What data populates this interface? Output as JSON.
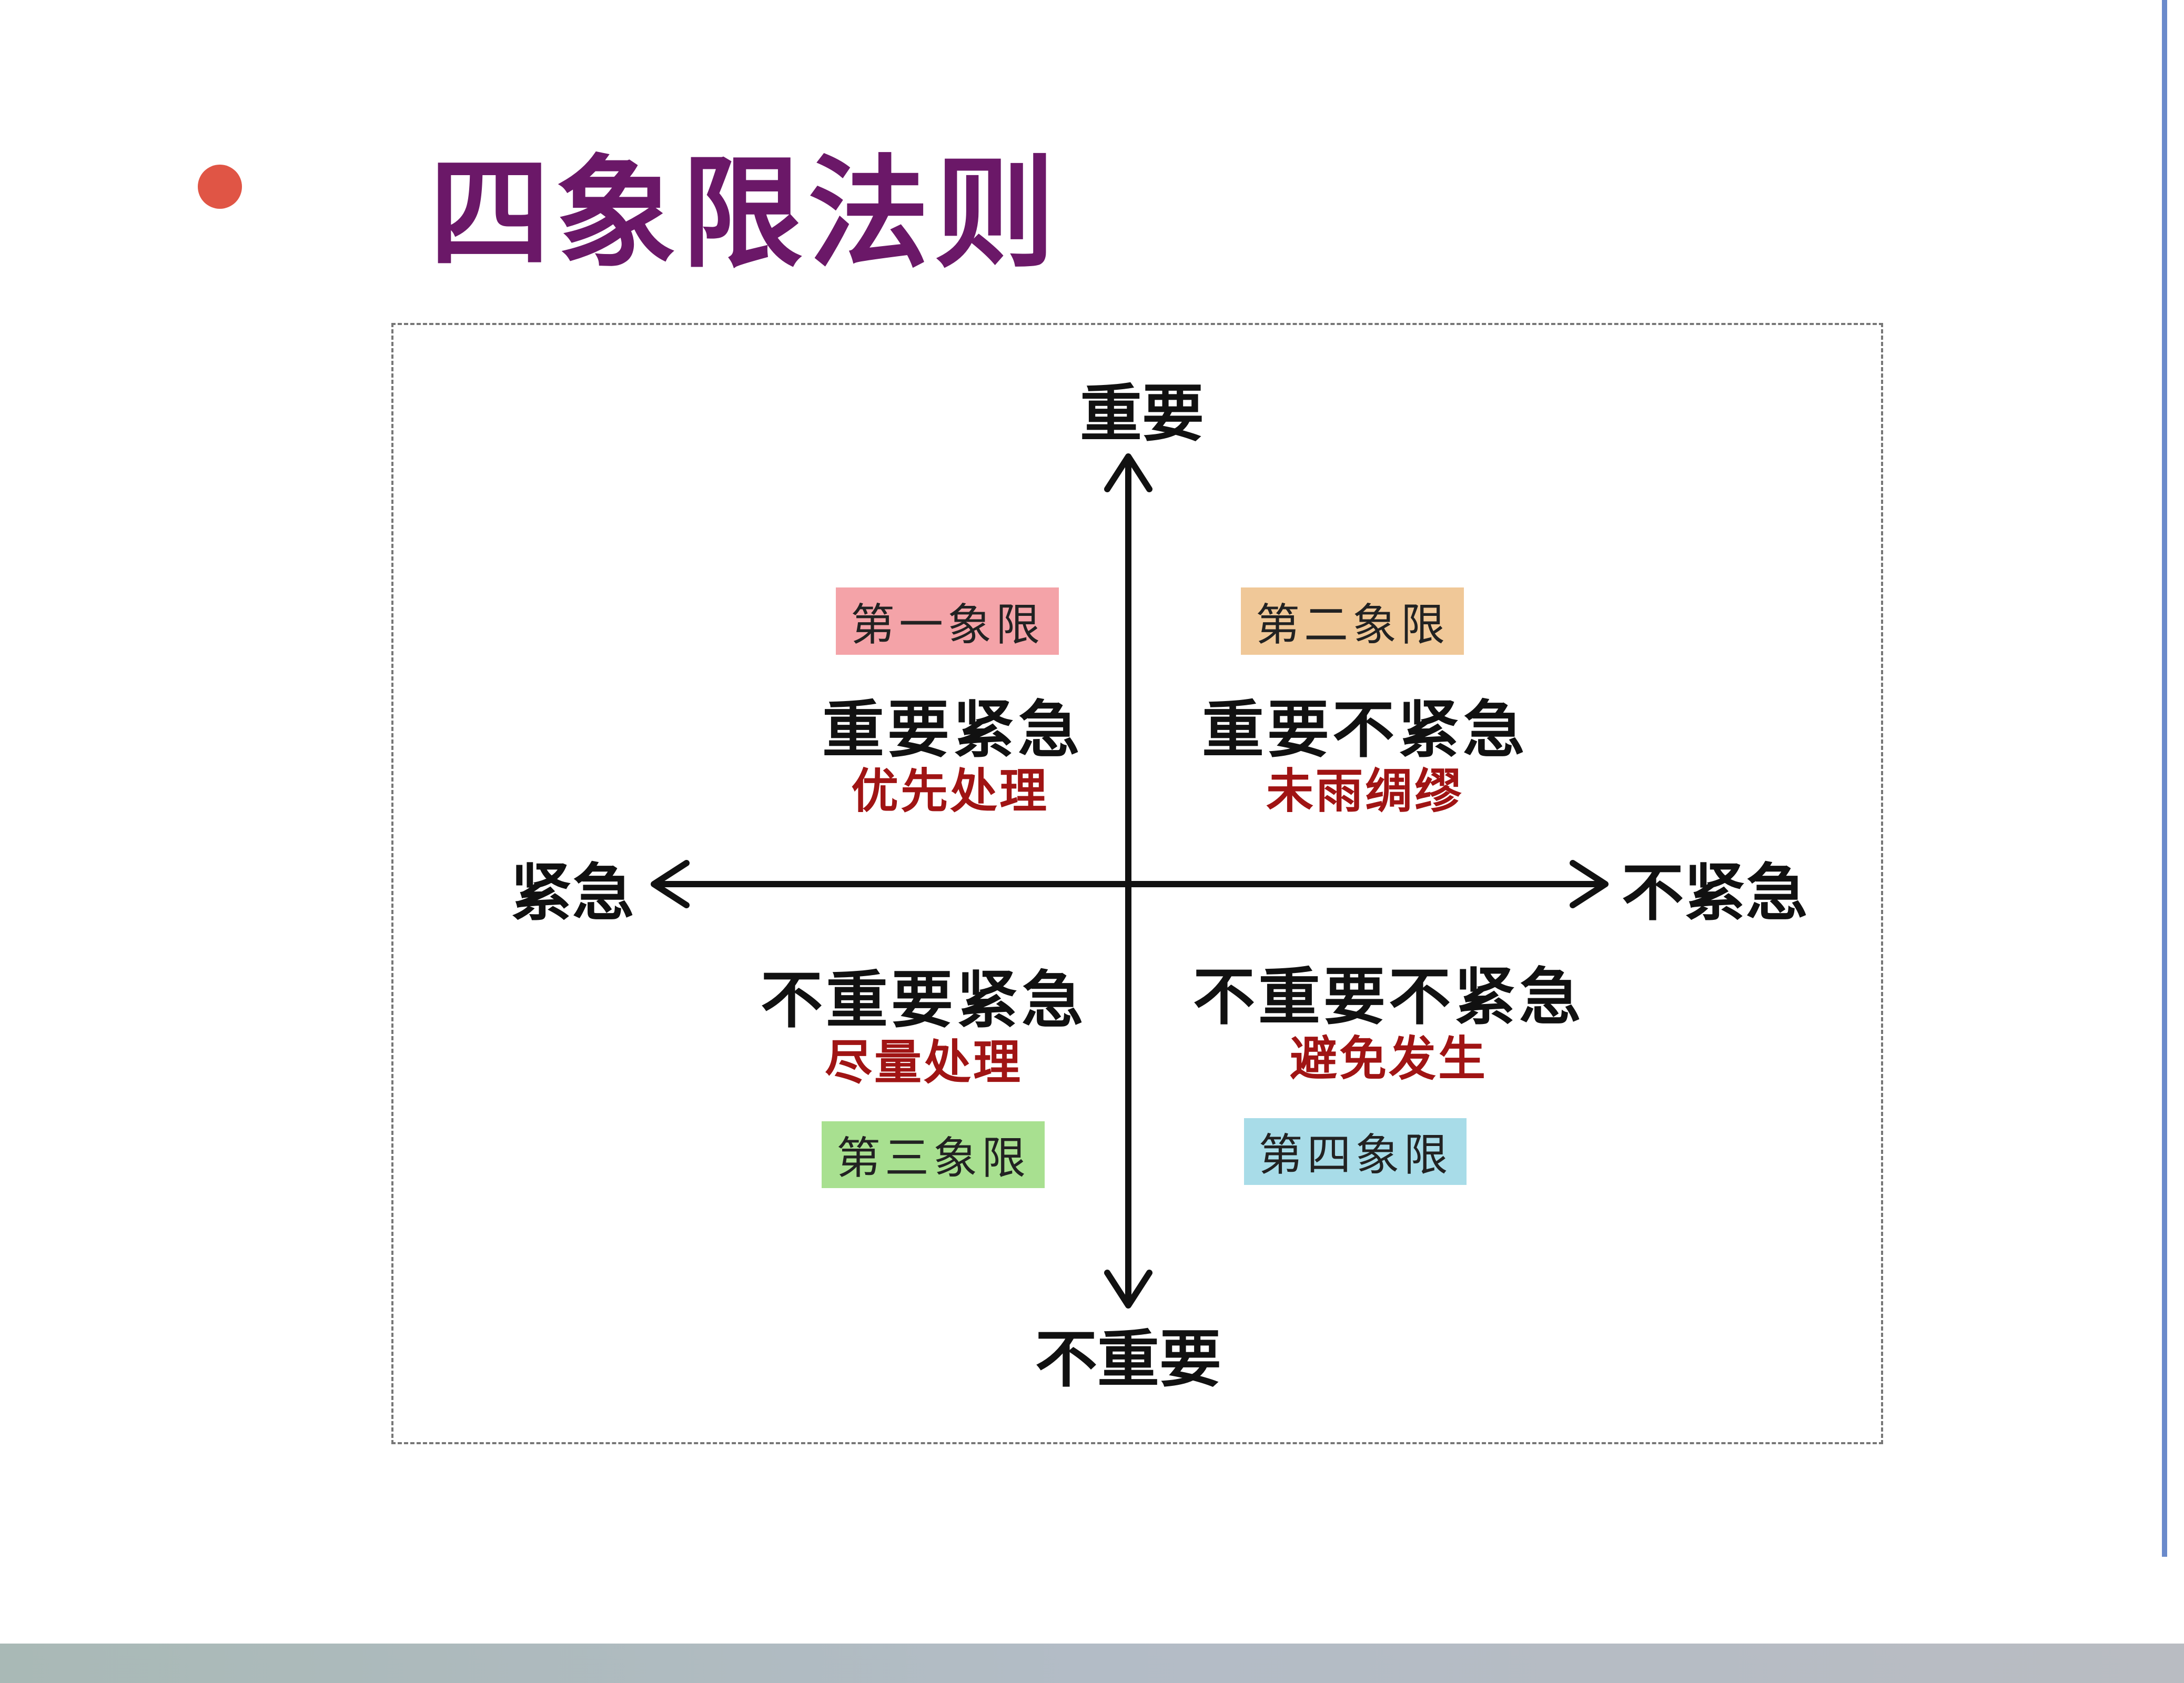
{
  "title": "四象限法则",
  "axes": {
    "top": "重要",
    "bottom": "不重要",
    "left": "紧急",
    "right": "不紧急"
  },
  "quadrants": [
    {
      "badge": "第一象限",
      "main": "重要紧急",
      "sub": "优先处理",
      "color": "#f4a3a8"
    },
    {
      "badge": "第二象限",
      "main": "重要不紧急",
      "sub": "未雨绸缪",
      "color": "#f0c898"
    },
    {
      "badge": "第三象限",
      "main": "不重要紧急",
      "sub": "尽量处理",
      "color": "#a8e090"
    },
    {
      "badge": "第四象限",
      "main": "不重要不紧急",
      "sub": "避免发生",
      "color": "#a8dce8"
    }
  ]
}
